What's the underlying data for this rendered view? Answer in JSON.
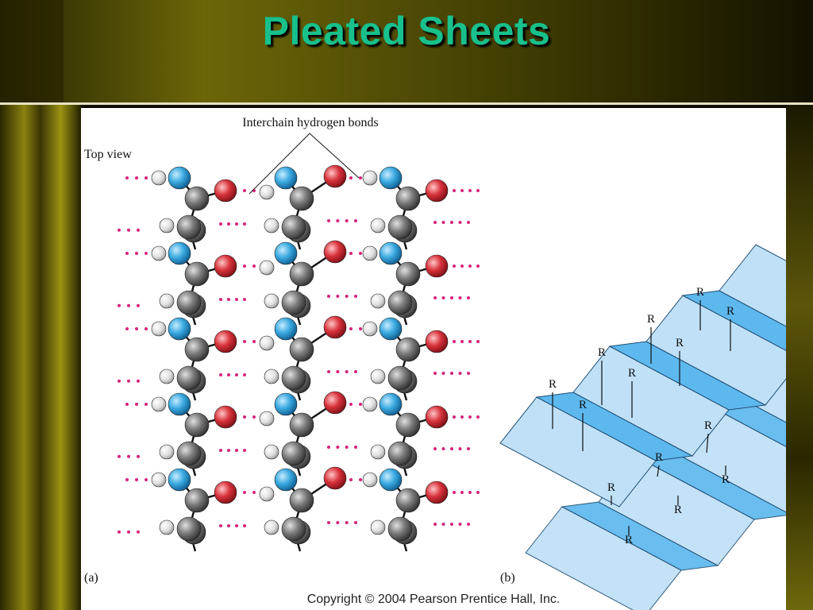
{
  "slide": {
    "title": "Pleated Sheets",
    "copyright": "Copyright © 2004 Pearson Prentice Hall, Inc."
  },
  "figure": {
    "panel_a": {
      "caption": "(a)",
      "top_view_label": "Top view",
      "callout_label": "Interchain hydrogen bonds"
    },
    "panel_b": {
      "caption": "(b)",
      "r_label": "R"
    }
  },
  "colors": {
    "title_green": "#18c08c",
    "nitrogen_blue": "#3aa9e0",
    "oxygen_red": "#d8323c",
    "carbon_gray": "#7a7a7a",
    "hydrogen_white": "#e6e6e6",
    "hbond_magenta": "#d6237a",
    "sheet_light_blue": "#bfe0f7",
    "sheet_dark_blue": "#5db8ee"
  }
}
